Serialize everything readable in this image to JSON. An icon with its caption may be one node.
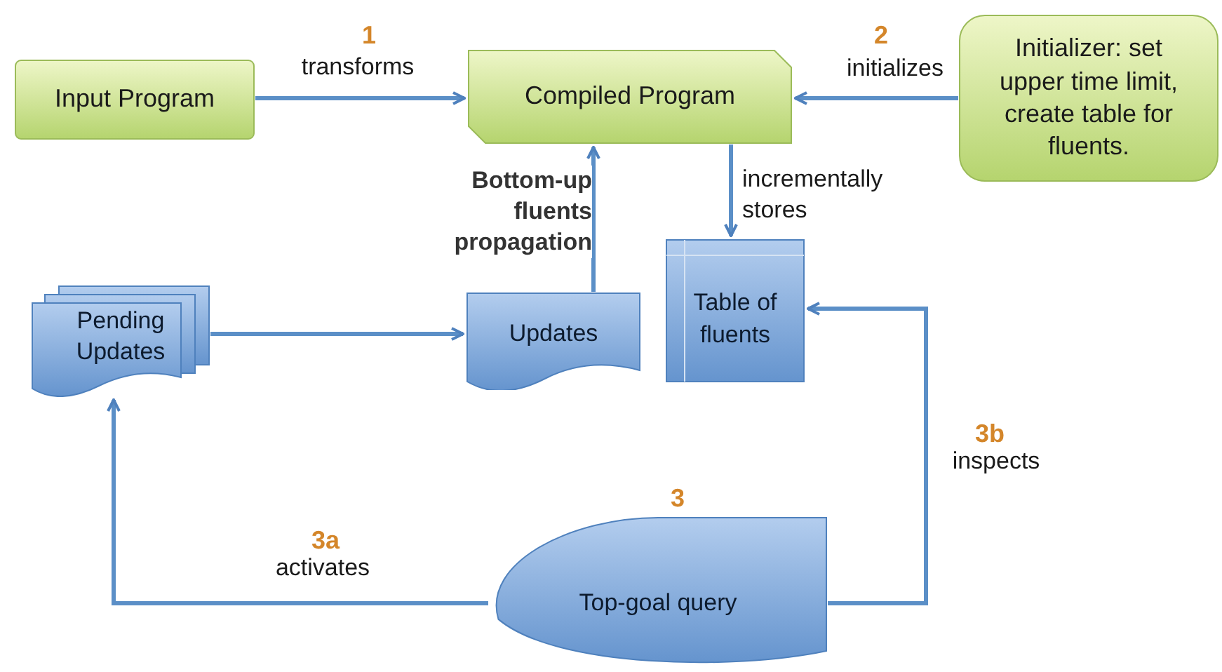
{
  "diagram": {
    "nodes": [
      {
        "text": [
          "Input Program"
        ]
      },
      {
        "text": [
          "Compiled Program"
        ]
      },
      {
        "text": [
          "Initializer: set upper time limit, create table for fluents."
        ]
      },
      {
        "text": [
          "Table of fluents"
        ]
      },
      {
        "text": [
          "Pending Updates"
        ]
      },
      {
        "text": [
          "Updates"
        ]
      },
      {
        "text": [
          "Top-goal query"
        ],
        "beside": [
          "3"
        ]
      }
    ],
    "edges": [
      {
        "from": 0,
        "to": 1,
        "arrow": "to",
        "label": "transforms"
      },
      {
        "from": 2,
        "to": 1,
        "arrow": "to",
        "label": "initializes"
      },
      {
        "from": 1,
        "to": 3,
        "arrow": "to",
        "label": "incrementally stores"
      },
      {
        "from": 5,
        "to": 1,
        "arrow": "to",
        "label": "Bottom-up fluents propagation"
      },
      {
        "from": 4,
        "to": 5,
        "arrow": "to"
      },
      {
        "from": 6,
        "to": 4,
        "arrow": "to",
        "label": "activates"
      },
      {
        "from": 6,
        "to": 3,
        "arrow": "to",
        "label": "inspects"
      }
    ],
    "labels": [
      "1",
      "2",
      "3b",
      "3a"
    ]
  }
}
